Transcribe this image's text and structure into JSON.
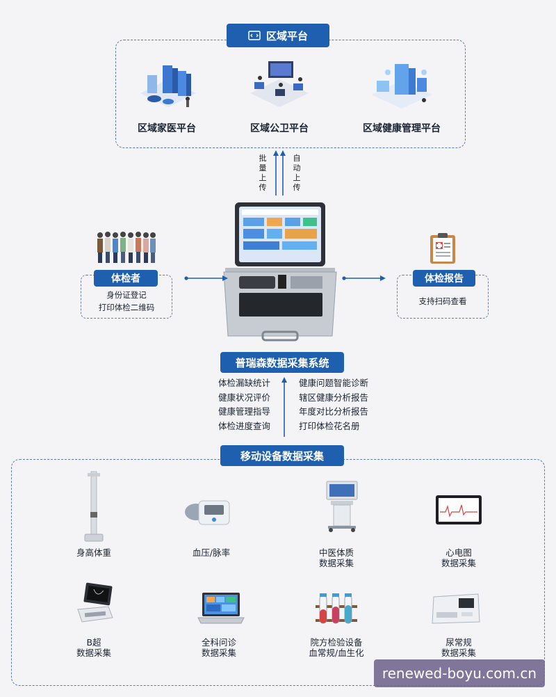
{
  "region": {
    "title": "区域平台",
    "platforms": [
      "区域家医平台",
      "区域公卫平台",
      "区域健康管理平台"
    ]
  },
  "upload": {
    "left": [
      "批",
      "量",
      "上",
      "传"
    ],
    "right": [
      "自",
      "动",
      "上",
      "传"
    ]
  },
  "examinee": {
    "title": "体检者",
    "lines": [
      "身份证登记",
      "打印体检二维码"
    ]
  },
  "report": {
    "title": "体检报告",
    "lines": [
      "支持扫码查看"
    ]
  },
  "system": {
    "title": "普瑞森数据采集系统",
    "left_items": [
      "体检漏缺统计",
      "健康状况评价",
      "健康管理指导",
      "体检进度查询"
    ],
    "right_items": [
      "健康问题智能诊断",
      "辖区健康分析报告",
      "年度对比分析报告",
      "打印体检花名册"
    ]
  },
  "mobile": {
    "title": "移动设备数据采集",
    "devices": [
      {
        "line1": "身高体重",
        "line2": ""
      },
      {
        "line1": "血压/脉率",
        "line2": ""
      },
      {
        "line1": "中医体质",
        "line2": "数据采集"
      },
      {
        "line1": "心电图",
        "line2": "数据采集"
      },
      {
        "line1": "B超",
        "line2": "数据采集"
      },
      {
        "line1": "全科问诊",
        "line2": "数据采集"
      },
      {
        "line1": "院方检验设备",
        "line2": "血常规/血生化"
      },
      {
        "line1": "尿常规",
        "line2": "数据采集"
      }
    ]
  },
  "watermark": "renewed-boyu.com.cn",
  "colors": {
    "accent": "#1f5fb0",
    "dash": "#5b7bb0"
  }
}
